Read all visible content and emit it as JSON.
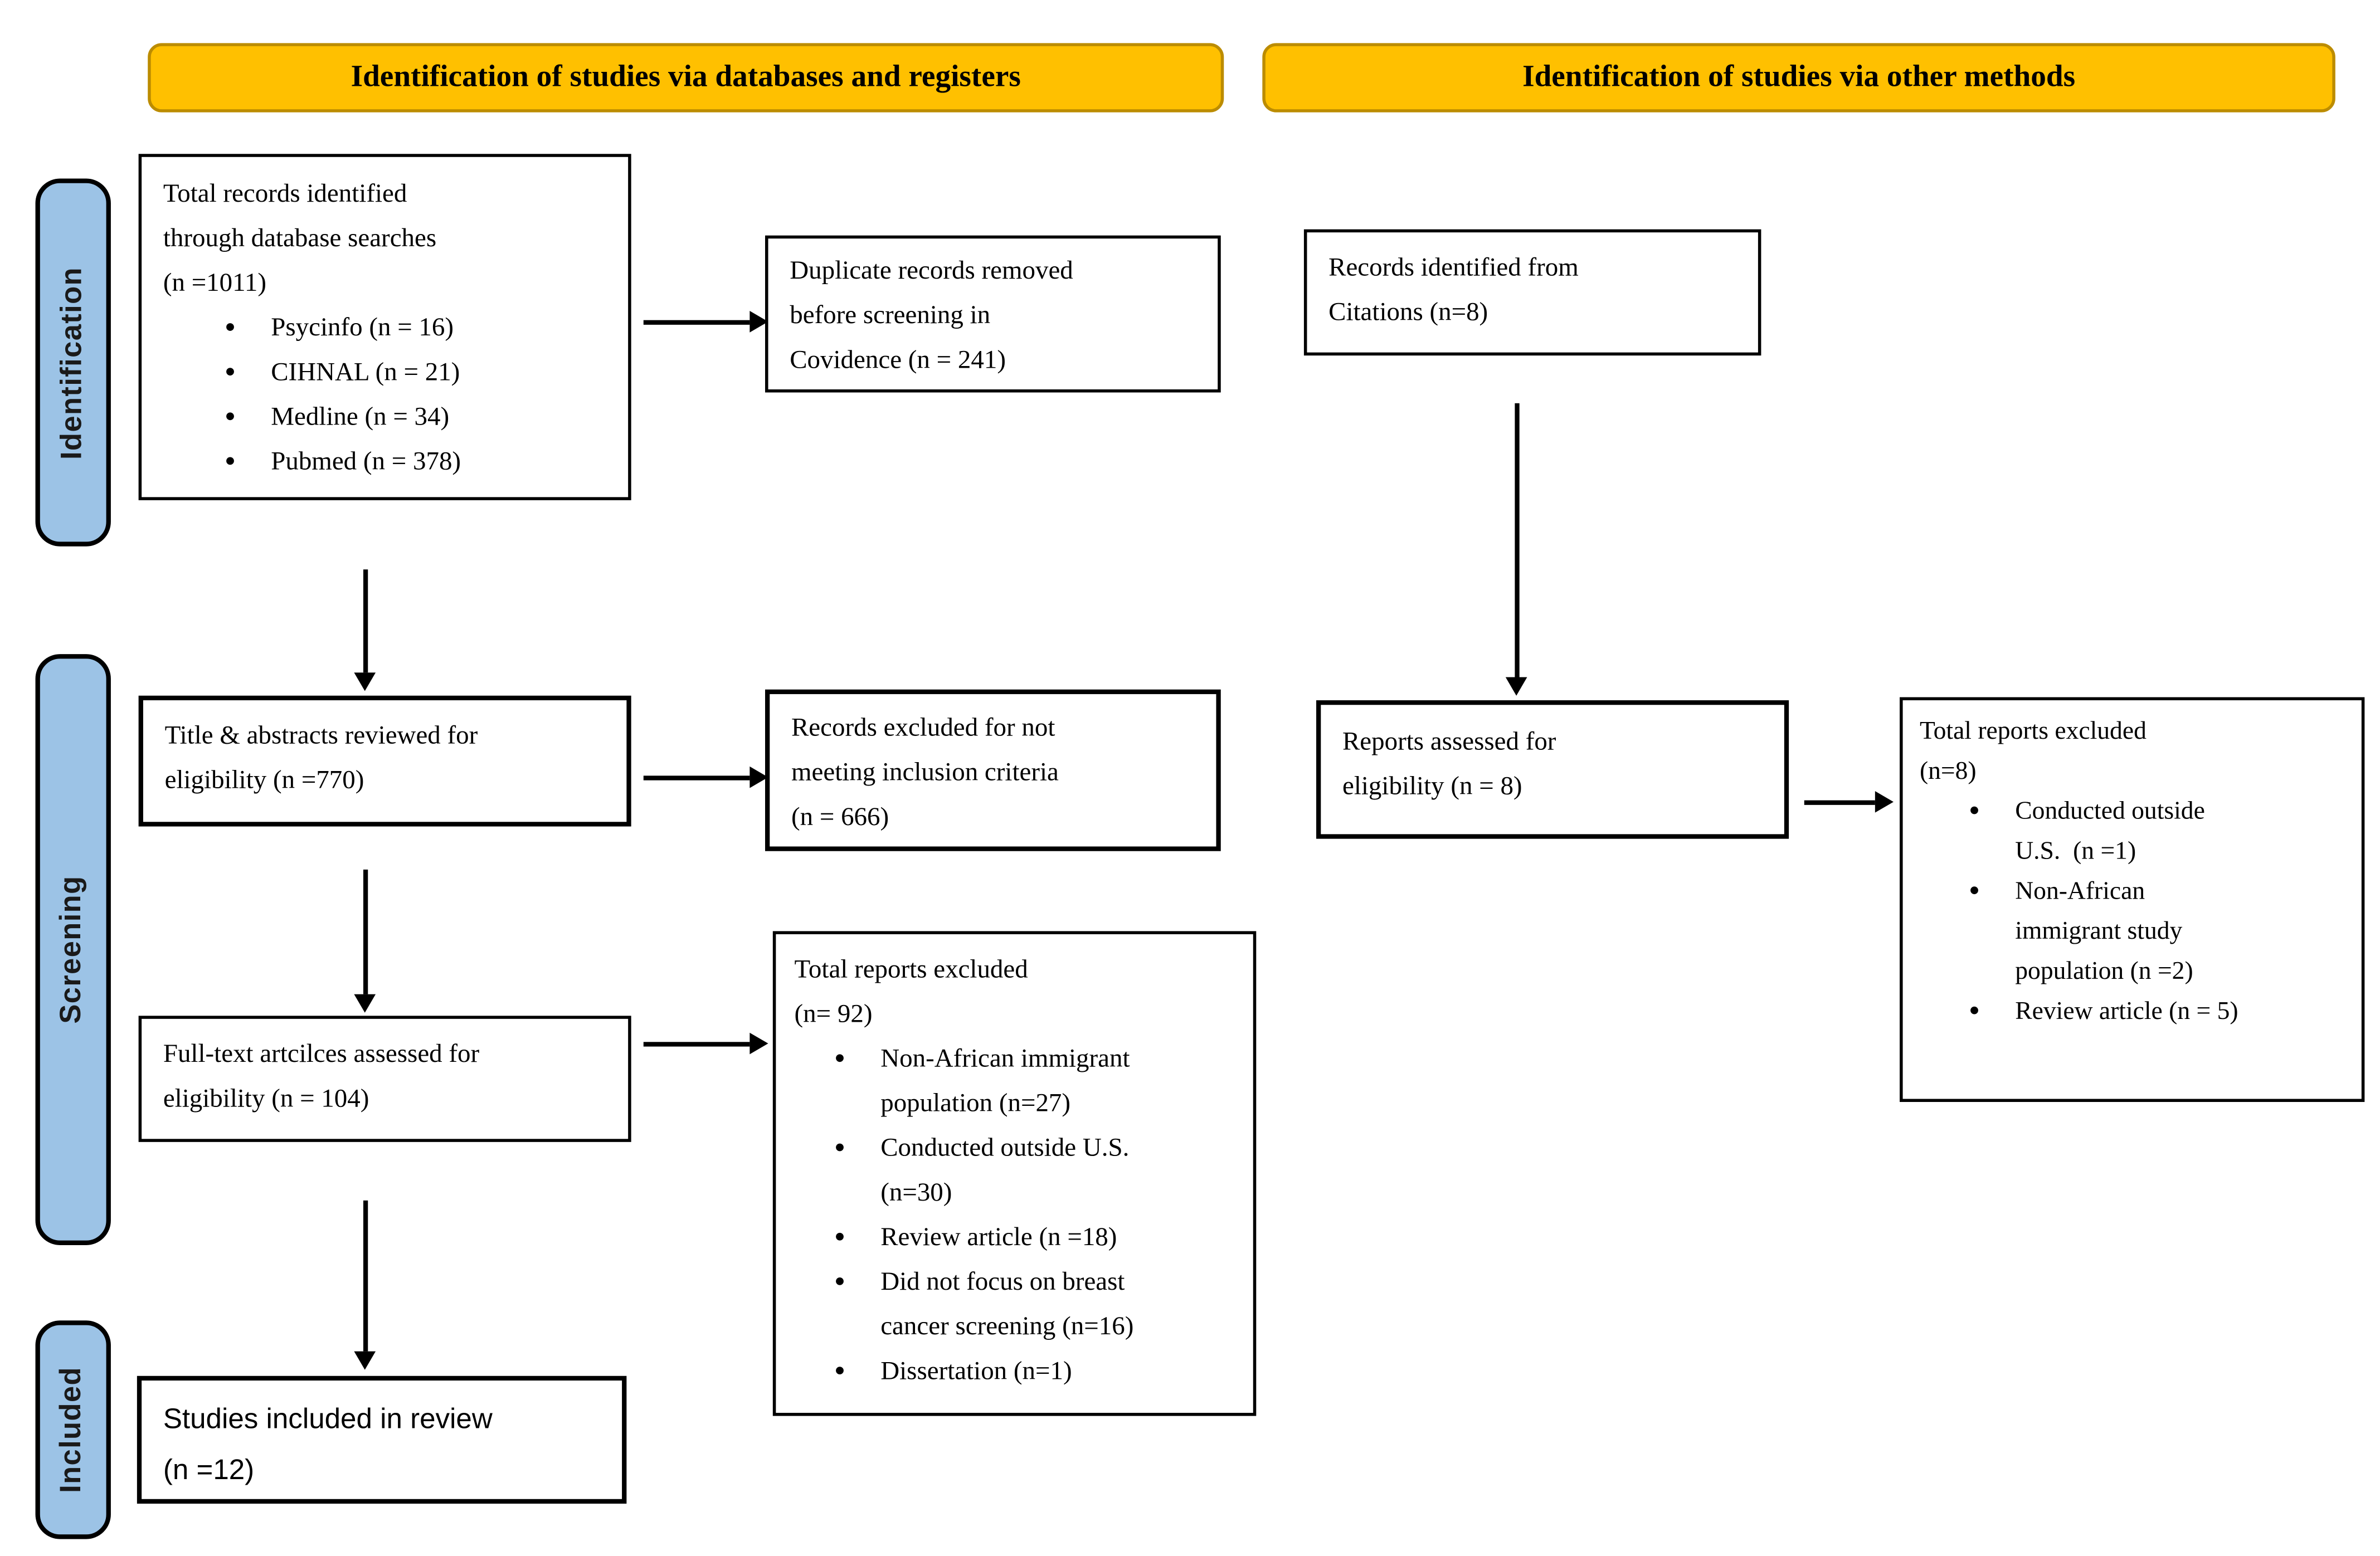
{
  "figure": {
    "type": "prisma-flow-diagram"
  },
  "colors": {
    "header_fill": "#FFC000",
    "header_border": "#BC8C00",
    "stage_fill": "#9CC3E6",
    "stage_border": "#000000",
    "box_border": "#000000",
    "arrow_color": "#000000",
    "text_color": "#000000"
  },
  "headers": {
    "databases": "Identification of studies via databases and registers",
    "other_methods": "Identification of studies via other methods"
  },
  "stages": {
    "identification": "Identification",
    "screening": "Screening",
    "included": "Included"
  },
  "boxes": {
    "db_identified": {
      "text": "Total records identified\nthrough database searches\n(n =1011)",
      "items": [
        "Psycinfo (n = 16)",
        "CIHNAL (n = 21)",
        "Medline (n = 34)",
        "Pubmed (n = 378)"
      ]
    },
    "duplicates_removed": {
      "text": "Duplicate records removed\nbefore screening in\nCovidence (n = 241)"
    },
    "title_abstracts_reviewed": {
      "text": "Title & abstracts reviewed for\neligibility (n =770)"
    },
    "records_excluded": {
      "text": "Records excluded for not\nmeeting inclusion criteria\n(n = 666)"
    },
    "fulltext_assessed": {
      "text": "Full-text artcilces assessed for\neligibility (n = 104)"
    },
    "reports_excluded_db": {
      "text": "Total reports excluded\n(n= 92)",
      "items": [
        "Non-African immigrant\npopulation (n=27)",
        "Conducted outside U.S.\n(n=30)",
        "Review article (n =18)",
        "Did not focus on breast\ncancer screening (n=16)",
        "Dissertation (n=1)"
      ]
    },
    "studies_included": {
      "text": "Studies included in review\n(n =12)"
    },
    "citations_identified": {
      "text": "Records identified from\nCitations (n=8)"
    },
    "reports_assessed": {
      "text": "Reports assessed for\neligibility (n = 8)"
    },
    "reports_excluded_other": {
      "text": "Total reports excluded\n(n=8)",
      "items": [
        "Conducted outside\nU.S.  (n =1)",
        "Non-African\nimmigrant study\npopulation (n =2)",
        "Review article (n = 5)"
      ]
    }
  }
}
